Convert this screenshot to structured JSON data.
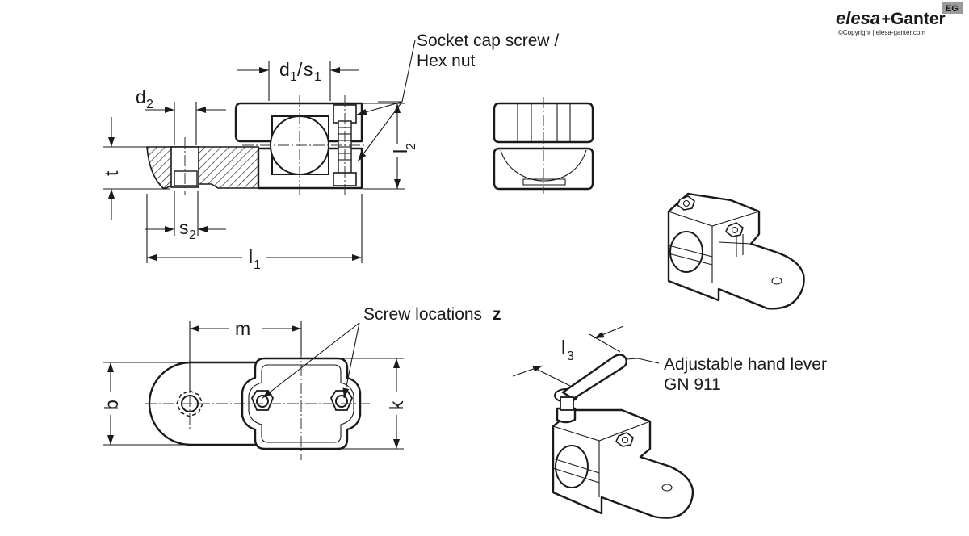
{
  "logo": {
    "brand_left": "elesa",
    "brand_plus": "+",
    "brand_right": "Ganter",
    "badge": "EG",
    "copyright": "©Copyright | elesa-ganter.com"
  },
  "labels": {
    "screw_top_line1": "Socket cap screw /",
    "screw_top_line2": "Hex nut",
    "screw_locations": "Screw locations",
    "screw_locations_z": "z",
    "lever_line1": "Adjustable hand lever",
    "lever_line2": "GN 911"
  },
  "dimensions": {
    "d1": "d",
    "d1_sub": "1",
    "slash": "/",
    "s1": "s",
    "s1_sub": "1",
    "d2": "d",
    "d2_sub": "2",
    "s2": "s",
    "s2_sub": "2",
    "l1": "l",
    "l1_sub": "1",
    "l2": "l",
    "l2_sub": "2",
    "l3": "l",
    "l3_sub": "3",
    "t": "t",
    "m": "m",
    "b": "b",
    "k": "k"
  }
}
